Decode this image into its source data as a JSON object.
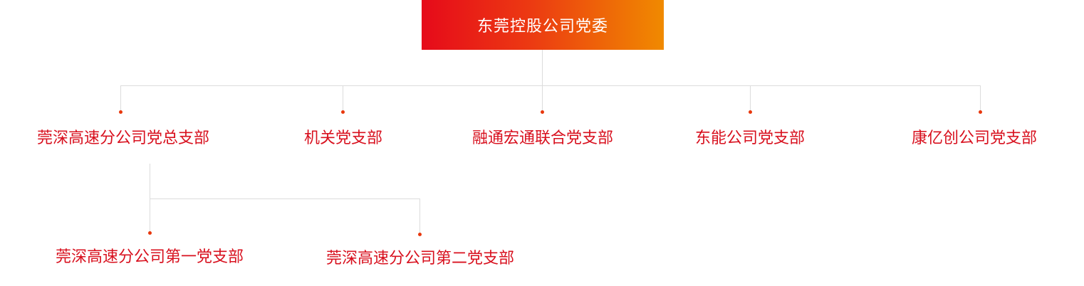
{
  "root": {
    "label": "东莞控股公司党委"
  },
  "branches": [
    {
      "label": "莞深高速分公司党总支部"
    },
    {
      "label": "机关党支部"
    },
    {
      "label": "融通宏通联合党支部"
    },
    {
      "label": "东能公司党支部"
    },
    {
      "label": "康亿创公司党支部"
    }
  ],
  "sub_branches": [
    {
      "label": "莞深高速分公司第一党支部"
    },
    {
      "label": "莞深高速分公司第二党支部"
    }
  ],
  "colors": {
    "label": "#d8101e",
    "dot": "#e8380d",
    "line": "#dcdcdc",
    "gradient_start": "#e60a1a",
    "gradient_end": "#f08a00"
  }
}
